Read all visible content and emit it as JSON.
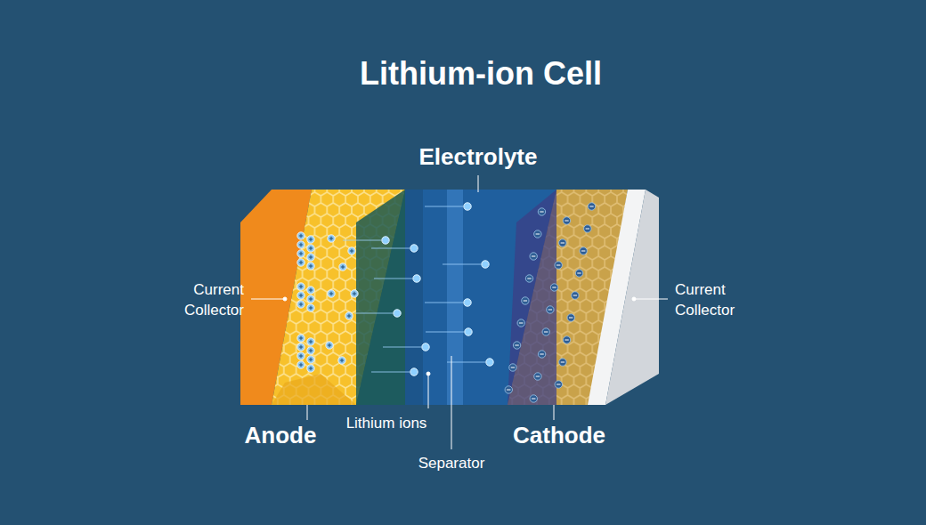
{
  "diagram": {
    "title": "Lithium-ion Cell",
    "labels": [
      "Electrolyte",
      "Current Collector",
      "Current Collector",
      "Anode",
      "Lithium ions",
      "Separator",
      "Cathode"
    ]
  }
}
